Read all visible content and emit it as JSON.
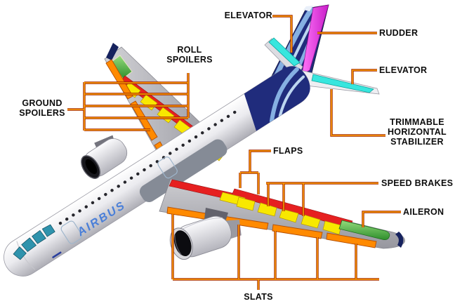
{
  "labels": {
    "elevator_top": "ELEVATOR",
    "rudder": "RUDDER",
    "elevator_right": "ELEVATOR",
    "trimmable_horizontal_stabilizer": "TRIMMABLE HORIZONTAL STABILIZER",
    "speed_brakes": "SPEED BRAKES",
    "aileron": "AILERON",
    "roll_spoilers": "ROLL SPOILERS",
    "ground_spoilers": "GROUND SPOILERS",
    "flaps": "FLAPS",
    "slats": "SLATS"
  },
  "aircraft": {
    "livery_mark": "AIRBUS"
  },
  "parts": [
    {
      "label": "SLATS",
      "color": "#ff8a00"
    },
    {
      "label": "FLAPS",
      "color": "#e62020"
    },
    {
      "label": "ROLL SPOILERS",
      "color": "#f8e800"
    },
    {
      "label": "GROUND SPOILERS",
      "color": "#f8e800"
    },
    {
      "label": "SPEED BRAKES",
      "color": "#f8e800"
    },
    {
      "label": "AILERON",
      "color": "#46a63a"
    },
    {
      "label": "ELEVATOR",
      "color": "#38e6de"
    },
    {
      "label": "RUDDER",
      "color": "#ea3cea"
    },
    {
      "label": "TRIMMABLE HORIZONTAL STABILIZER",
      "color": "#e8e8ee"
    }
  ],
  "colors": {
    "leader_outer": "#a32600",
    "leader_inner": "#ffa200",
    "slats": "#ff8a00",
    "flaps": "#e62020",
    "spoilers": "#f8e800",
    "elevator": "#38e6de",
    "rudder": "#ea3cea",
    "fin": "#202c7c",
    "fence": "#16225e",
    "glass": "#2f93ad",
    "livery": "#4a7fd8"
  }
}
